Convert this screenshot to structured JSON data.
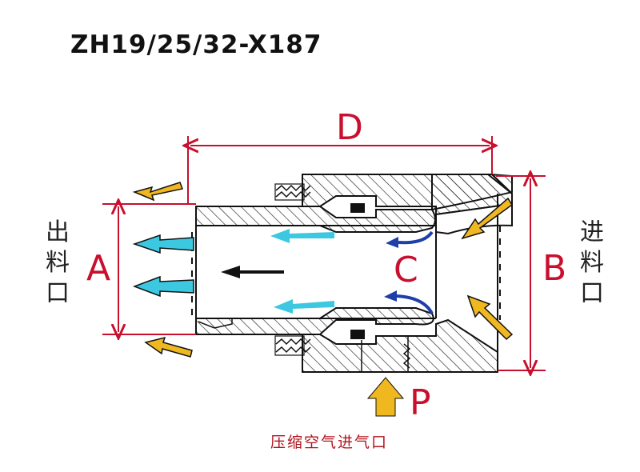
{
  "title": "ZH19/25/32-X187",
  "labels": {
    "D": "D",
    "A": "A",
    "B": "B",
    "C": "C",
    "P": "P"
  },
  "outlet_label": [
    "出",
    "料",
    "口"
  ],
  "inlet_label": [
    "进",
    "料",
    "口"
  ],
  "air_inlet_caption": "压缩空气进气口",
  "colors": {
    "dimension": "#c8102e",
    "arrow_yellow": "#f0b820",
    "arrow_cyan": "#3cc8e0",
    "arrow_blue": "#1f3fa8",
    "outline": "#111111"
  }
}
